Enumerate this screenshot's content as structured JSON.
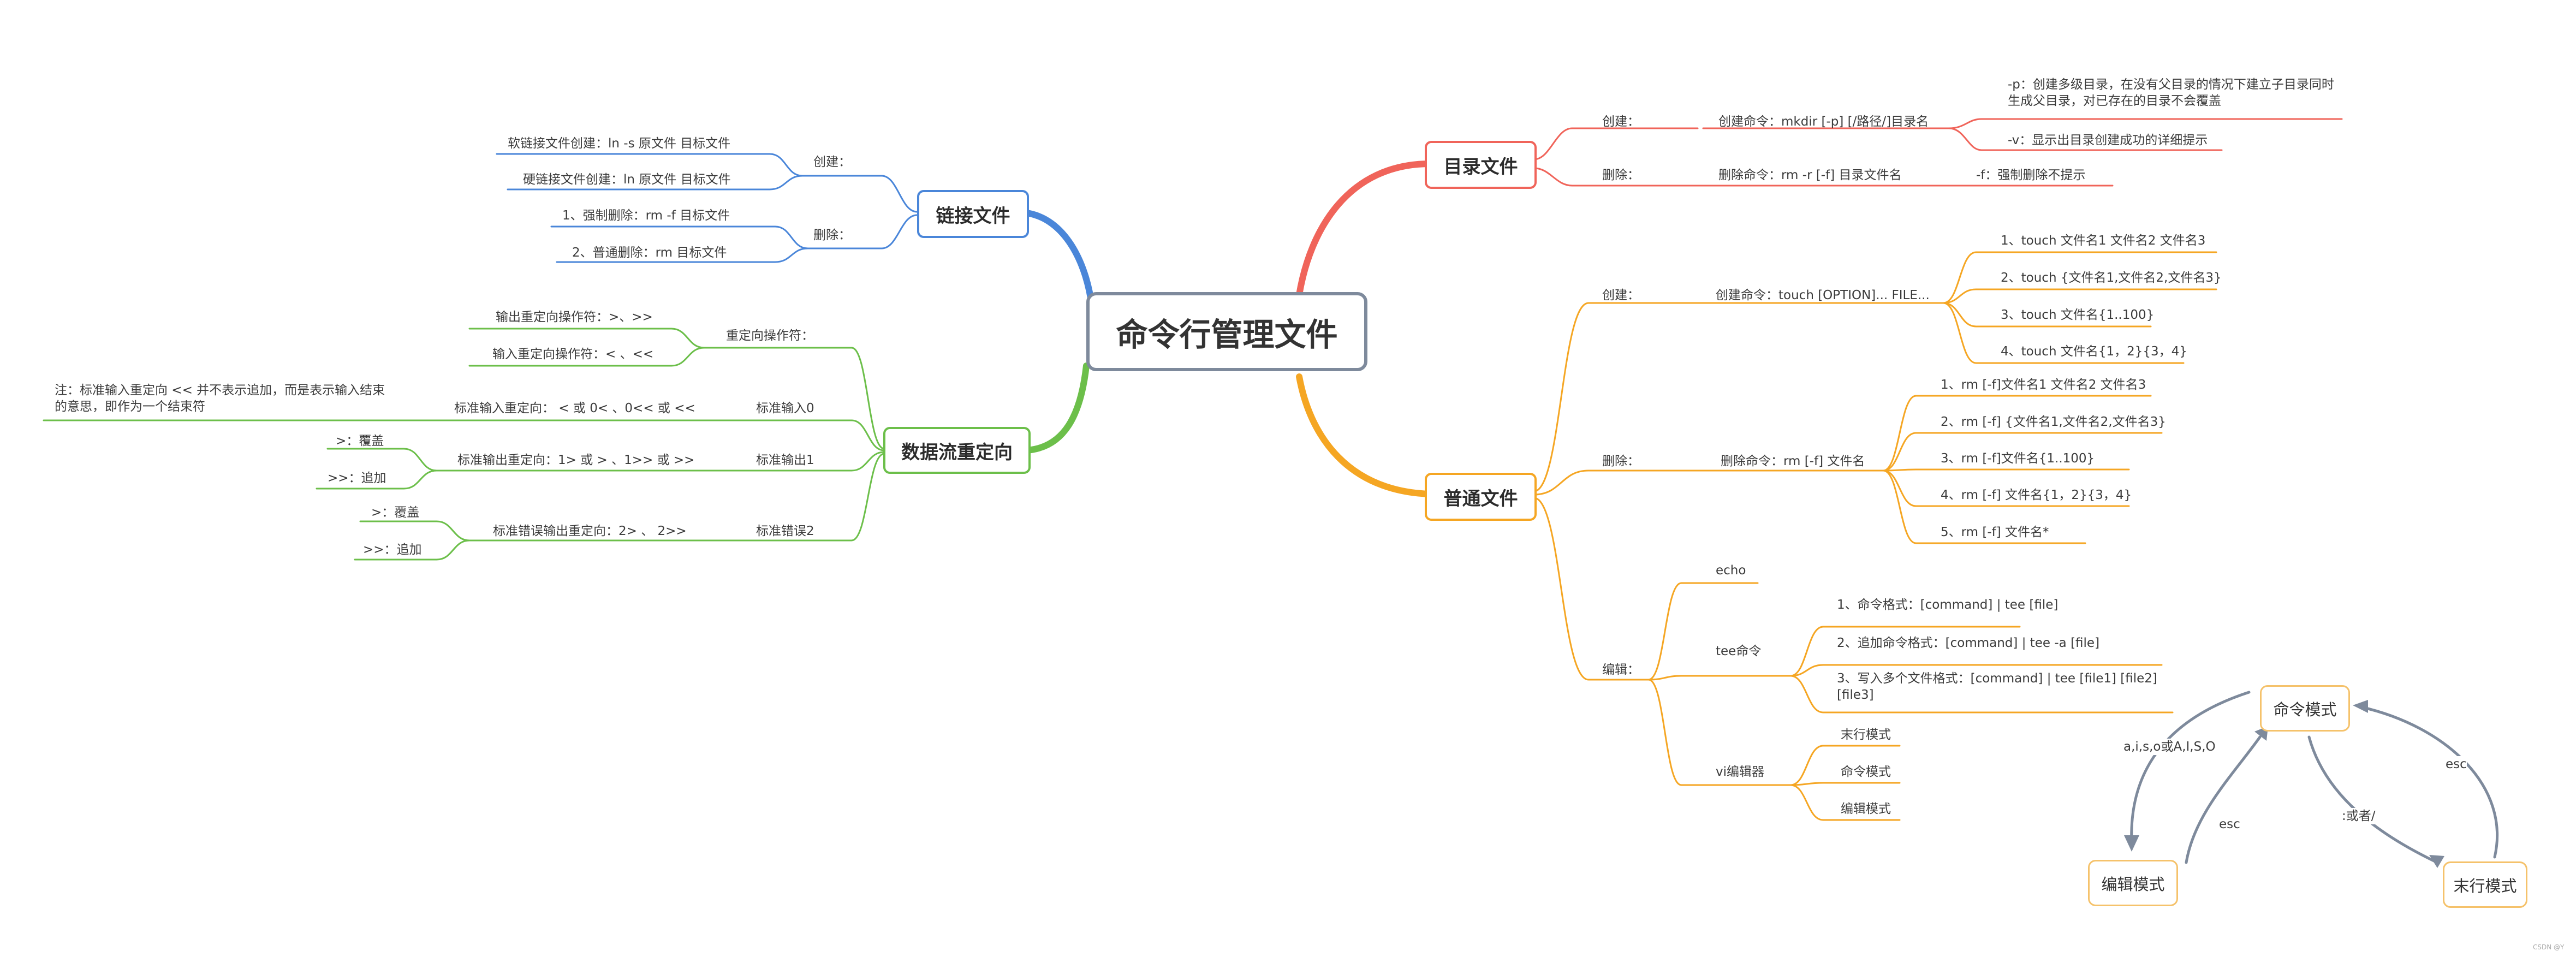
{
  "colors": {
    "red": "#f0645a",
    "orange": "#f5a623",
    "green": "#6cbf4a",
    "blue": "#4a86d9",
    "gray": "#7e8a9c"
  },
  "root": "命令行管理文件",
  "dir": {
    "title": "目录文件",
    "create": "创建：",
    "create_cmd": "创建命令：mkdir [-p] [/路径/]目录名",
    "opt_p": "-p：创建多级目录，在没有父目录的情况下建立子目录同时生成父目录，对已存在的目录不会覆盖",
    "opt_v": "-v：显示出目录创建成功的详细提示",
    "delete": "删除：",
    "delete_cmd": "删除命令：rm -r [-f] 目录文件名",
    "opt_f": "-f：强制删除不提示"
  },
  "file": {
    "title": "普通文件",
    "create": "创建：",
    "create_cmd": "创建命令：touch [OPTION]... FILE...",
    "create_items": [
      "1、touch 文件名1 文件名2 文件名3",
      "2、touch {文件名1,文件名2,文件名3}",
      "3、touch 文件名{1..100}",
      "4、touch 文件名{1，2}{3，4}"
    ],
    "delete": "删除：",
    "delete_cmd": "删除命令：rm [-f] 文件名",
    "delete_items": [
      "1、rm [-f]文件名1 文件名2 文件名3",
      "2、rm [-f] {文件名1,文件名2,文件名3}",
      "3、rm [-f]文件名{1..100}",
      "4、rm [-f] 文件名{1，2}{3，4}",
      "5、rm [-f] 文件名*"
    ],
    "edit": "编辑：",
    "echo": "echo",
    "tee": "tee命令",
    "tee_items": [
      "1、命令格式：[command] | tee [file]",
      "2、追加命令格式：[command] | tee -a [file]",
      "3、写入多个文件格式：[command] | tee [file1] [file2] [file3]"
    ],
    "vi": "vi编辑器",
    "vi_items": [
      "末行模式",
      "命令模式",
      "编辑模式"
    ]
  },
  "modes": {
    "command": "命令模式",
    "edit": "编辑模式",
    "lastline": "末行模式",
    "to_edit": "a,i,s,o或A,I,S,O",
    "esc1": "esc",
    "to_last": ":或者/",
    "esc2": "esc"
  },
  "link": {
    "title": "链接文件",
    "create": "创建：",
    "soft": "软链接文件创建：ln -s 原文件 目标文件",
    "hard": "硬链接文件创建：ln 原文件 目标文件",
    "delete": "删除：",
    "del1": "1、强制删除：rm -f  目标文件",
    "del2": "2、普通删除：rm  目标文件"
  },
  "redirect": {
    "title": "数据流重定向",
    "ops": "重定向操作符：",
    "out_op": "输出重定向操作符：>、>>",
    "in_op": "输入重定向操作符：< 、<<",
    "stdin": "标准输入0",
    "stdin_desc": "标准输入重定向：  < 或 0<  、0<< 或 <<",
    "stdin_note": "注：标准输入重定向 << 并不表示追加，而是表示输入结束的意思，即作为一个结束符",
    "stdout": "标准输出1",
    "stdout_desc": "标准输出重定向：1> 或 > 、1>> 或 >>",
    "overwrite": ">：覆盖",
    "append": ">>：追加",
    "stderr": "标准错误2",
    "stderr_desc": "标准错误输出重定向：2> 、 2>>",
    "overwrite2": ">：覆盖",
    "append2": ">>：追加"
  },
  "footer": "CSDN @Y"
}
